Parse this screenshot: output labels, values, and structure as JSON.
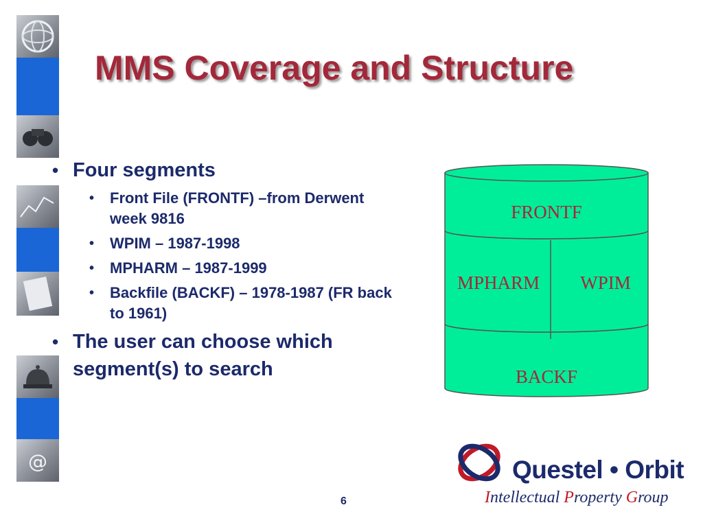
{
  "slide": {
    "title": "MMS Coverage and Structure",
    "page_number": "6"
  },
  "bullets": [
    {
      "text": "Four segments",
      "children": [
        "Front File (FRONTF) –from Derwent week 9816",
        "WPIM – 1987-1998",
        "MPHARM – 1987-1999",
        "Backfile (BACKF) – 1978-1987 (FR back to 1961)"
      ]
    },
    {
      "text": "The user can choose which segment(s) to search",
      "children": []
    }
  ],
  "diagram": {
    "top_label": "FRONTF",
    "middle_left_label": "MPHARM",
    "middle_right_label": "WPIM",
    "bottom_label": "BACKF",
    "fill_color": "#00ee99",
    "text_color": "#a3283a"
  },
  "logo": {
    "name": "Questel • Orbit",
    "tagline_parts": [
      {
        "cap": "I",
        "rest": "ntellectual "
      },
      {
        "cap": "P",
        "rest": "roperty "
      },
      {
        "cap": "G",
        "rest": "roup"
      }
    ]
  },
  "colors": {
    "title": "#a3283a",
    "body_text": "#1c2a6b",
    "strip_blue": "#1a66d6"
  }
}
